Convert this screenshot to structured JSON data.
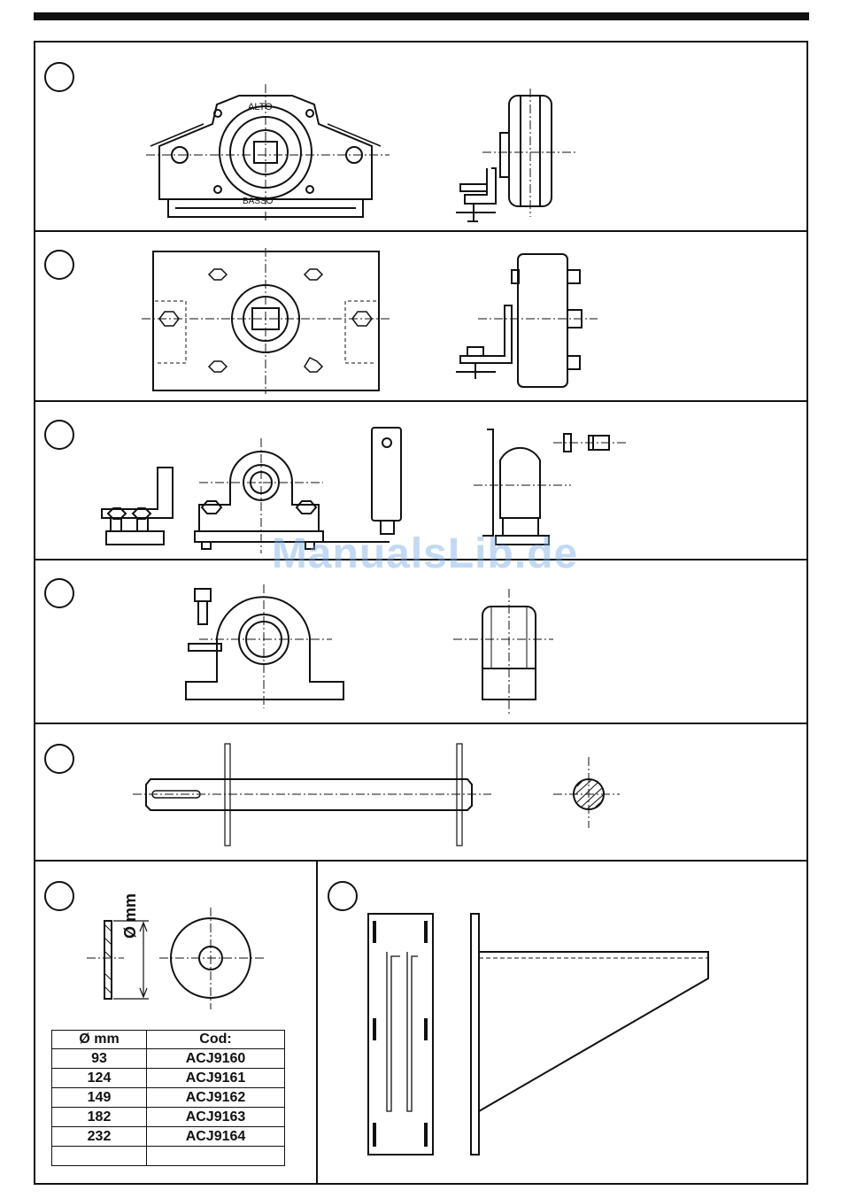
{
  "watermark": "ManualsLib.de",
  "part_label": "Ø mm",
  "codes_table": {
    "headers": [
      "Ø mm",
      "Cod:"
    ],
    "rows": [
      [
        "93",
        "ACJ9160"
      ],
      [
        "124",
        "ACJ9161"
      ],
      [
        "149",
        "ACJ9162"
      ],
      [
        "182",
        "ACJ9163"
      ],
      [
        "232",
        "ACJ9164"
      ],
      [
        "",
        ""
      ]
    ]
  },
  "drawing_text": {
    "alto": "ALTO",
    "basso": "BASSO"
  }
}
